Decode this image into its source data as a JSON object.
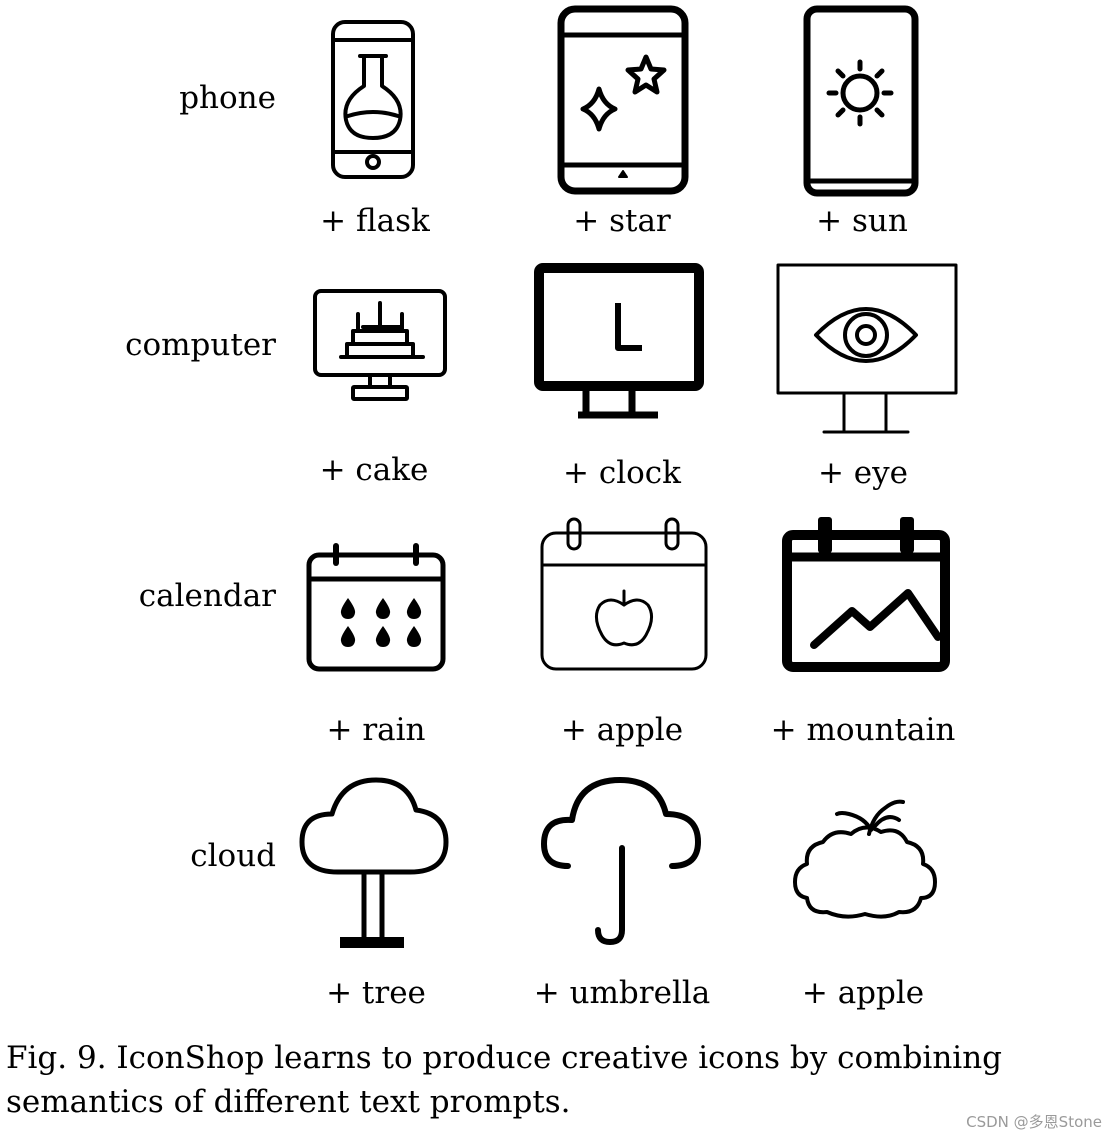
{
  "rows": [
    {
      "label": "phone",
      "captions": [
        "+ flask",
        "+ star",
        "+ sun"
      ]
    },
    {
      "label": "computer",
      "captions": [
        "+ cake",
        "+ clock",
        "+ eye"
      ]
    },
    {
      "label": "calendar",
      "captions": [
        "+ rain",
        "+ apple",
        "+ mountain"
      ]
    },
    {
      "label": "cloud",
      "captions": [
        "+ tree",
        "+ umbrella",
        "+ apple"
      ]
    }
  ],
  "figure": {
    "caption": "Fig. 9.  IconShop learns to produce creative icons by combining semantics of different text prompts."
  },
  "watermark": "CSDN @多恩Stone",
  "icons": [
    "phone-flask-icon",
    "phone-star-icon",
    "phone-sun-icon",
    "computer-cake-icon",
    "computer-clock-icon",
    "computer-eye-icon",
    "calendar-rain-icon",
    "calendar-apple-icon",
    "calendar-mountain-icon",
    "cloud-tree-icon",
    "cloud-umbrella-icon",
    "cloud-apple-icon"
  ]
}
